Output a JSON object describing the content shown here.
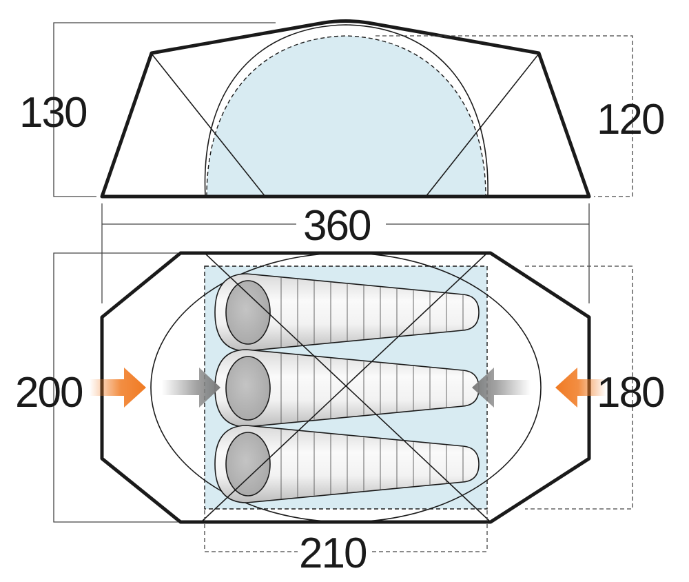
{
  "colors": {
    "inner_tent": "#d8ebf2",
    "outline": "#1a1a1a",
    "entrance_arrow": "#f07a22",
    "inner_arrow": "#8a8a8a",
    "sleeping_bag_light": "#f4f4f4",
    "sleeping_bag_dark": "#b9b9b9"
  },
  "dimensions": {
    "outer_height": "130",
    "inner_height": "120",
    "outer_length": "360",
    "outer_width": "200",
    "inner_width": "180",
    "inner_length": "210"
  },
  "sleeping_bags": {
    "count": 3
  }
}
